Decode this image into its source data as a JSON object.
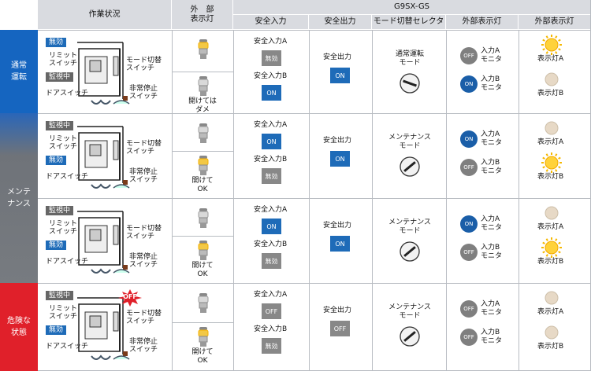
{
  "headers": {
    "status": "作業状況",
    "ext_lamp": "外　部\n表示灯",
    "g9sx": "G9SX-GS",
    "safety_in": "安全入力",
    "safety_out": "安全出力",
    "mode_sel": "モード切替セレクタ",
    "ext_display": "外部表示灯",
    "ext_lamp2": "外部表示灯"
  },
  "side": {
    "normal": "通常\n運転",
    "maint": "メンテ\nナンス",
    "danger": "危険な\n状態"
  },
  "colors": {
    "blue": "#1565c0",
    "danger": "#e0202a",
    "grayside": "#777b80",
    "on": "#1e6bb8",
    "off": "#888888"
  },
  "illus": {
    "mukou": "無効",
    "kanshi": "監視中",
    "limit": "リミット\nスイッチ",
    "mode_sw": "モード切替\nスイッチ",
    "door_sw": "ドアスイッチ",
    "estop": "非常停止\nスイッチ",
    "off_burst": "OFF"
  },
  "rows": [
    {
      "lamp_caption": "開けては\nダメ",
      "in_a": "安全入力A",
      "in_a_state": "無効",
      "in_b": "安全入力B",
      "in_b_state": "ON",
      "out": "安全出力",
      "out_state": "ON",
      "mode": "通常運転\nモード",
      "mon_a_state": "OFF",
      "mon_a": "入力A\nモニタ",
      "mon_b_state": "ON",
      "mon_b": "入力B\nモニタ",
      "lamp_a": "表示灯A",
      "lamp_b": "表示灯B"
    },
    {
      "lamp_caption": "開けて\nOK",
      "in_a": "安全入力A",
      "in_a_state": "ON",
      "in_b": "安全入力B",
      "in_b_state": "無効",
      "out": "安全出力",
      "out_state": "ON",
      "mode": "メンテナンス\nモード",
      "mon_a_state": "ON",
      "mon_a": "入力A\nモニタ",
      "mon_b_state": "OFF",
      "mon_b": "入力B\nモニタ",
      "lamp_a": "表示灯A",
      "lamp_b": "表示灯B"
    },
    {
      "lamp_caption": "開けて\nOK",
      "in_a": "安全入力A",
      "in_a_state": "ON",
      "in_b": "安全入力B",
      "in_b_state": "無効",
      "out": "安全出力",
      "out_state": "ON",
      "mode": "メンテナンス\nモード",
      "mon_a_state": "ON",
      "mon_a": "入力A\nモニタ",
      "mon_b_state": "OFF",
      "mon_b": "入力B\nモニタ",
      "lamp_a": "表示灯A",
      "lamp_b": "表示灯B"
    },
    {
      "lamp_caption": "開けて\nOK",
      "in_a": "安全入力A",
      "in_a_state": "OFF",
      "in_b": "安全入力B",
      "in_b_state": "無効",
      "out": "安全出力",
      "out_state": "OFF",
      "mode": "メンテナンス\nモード",
      "mon_a_state": "OFF",
      "mon_a": "入力A\nモニタ",
      "mon_b_state": "OFF",
      "mon_b": "入力B\nモニタ",
      "lamp_a": "表示灯A",
      "lamp_b": "表示灯B"
    }
  ]
}
